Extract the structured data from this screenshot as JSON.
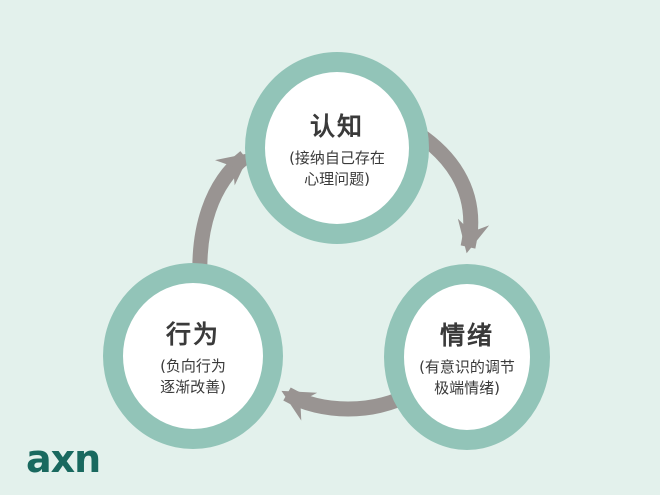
{
  "logo": {
    "text": "axn"
  },
  "colors": {
    "background": "#e3f1ec",
    "ring": "#92c4b8",
    "node_fill": "#ffffff",
    "arrow": "#999492",
    "text": "#3a3a3a",
    "logo": "#19695f"
  },
  "diagram": {
    "type": "cycle",
    "direction": "clockwise",
    "nodes": [
      {
        "id": "cognition",
        "position": "top",
        "title": "认知",
        "subtitle": "(接纳自己存在\n心理问题)"
      },
      {
        "id": "emotion",
        "position": "right",
        "title": "情绪",
        "subtitle": "(有意识的调节\n极端情绪)"
      },
      {
        "id": "behavior",
        "position": "left",
        "title": "行为",
        "subtitle": "(负向行为\n逐渐改善)"
      }
    ],
    "arrows": [
      {
        "from": "认知",
        "to": "情绪"
      },
      {
        "from": "情绪",
        "to": "行为"
      },
      {
        "from": "行为",
        "to": "认知"
      }
    ]
  }
}
